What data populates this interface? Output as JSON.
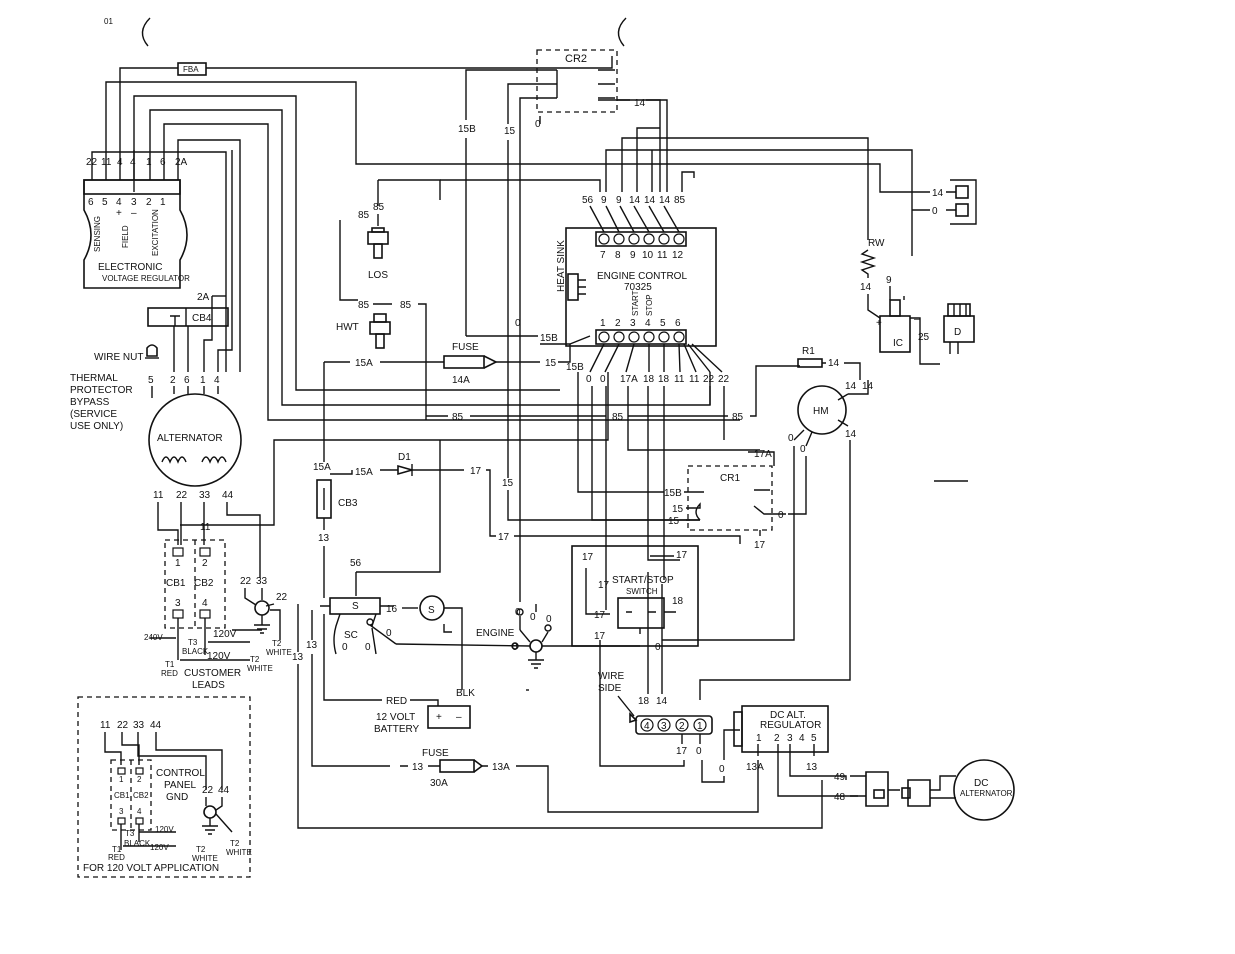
{
  "components": {
    "cr2": "CR2",
    "cr1": "CR1",
    "engine_control": {
      "title": "ENGINE CONTROL",
      "part": "70325",
      "heat_sink": "HEAT SINK",
      "top_terminals": [
        "7",
        "8",
        "9",
        "10",
        "11",
        "12"
      ],
      "bottom_terminals": [
        "1",
        "2",
        "3",
        "4",
        "5",
        "6"
      ],
      "start": "START",
      "stop": "STOP"
    },
    "evr": {
      "title": "ELECTRONIC",
      "subtitle": "VOLTAGE REGULATOR",
      "sensing": "SENSING",
      "field": "FIELD",
      "excitation": "EXCITATION",
      "terminals": [
        "6",
        "5",
        "4",
        "3",
        "2",
        "1"
      ],
      "plus": "+",
      "minus": "–"
    },
    "cb4": "CB4",
    "cb3": "CB3",
    "alternator": "ALTERNATOR",
    "wire_nut": "WIRE NUT",
    "thermal_protector": [
      "THERMAL",
      "PROTECTOR",
      "BYPASS",
      "(SERVICE",
      "USE ONLY)"
    ],
    "los": "LOS",
    "hwt": "HWT",
    "fuse_14": {
      "label": "FUSE",
      "rating": "14A"
    },
    "fuse_30": {
      "label": "FUSE",
      "rating": "30A"
    },
    "fba": "FBA",
    "d1": "D1",
    "rw": "RW",
    "r1": "R1",
    "hm": "HM",
    "ic": "IC",
    "d": "D",
    "s": "S",
    "sc": {
      "label": "SC",
      "s": "S"
    },
    "engine": "ENGINE",
    "battery": {
      "red": "RED",
      "blk": "BLK",
      "line1": "12 VOLT",
      "line2": "BATTERY",
      "plus": "+",
      "minus": "–"
    },
    "start_stop_switch": {
      "line1": "START/STOP",
      "line2": "SWITCH"
    },
    "wire_side": [
      "WIRE",
      "SIDE"
    ],
    "plug_terminals": [
      "4",
      "3",
      "2",
      "1"
    ],
    "dc_alt_regulator": {
      "line1": "DC ALT.",
      "line2": "REGULATOR",
      "terminals": [
        "1",
        "2",
        "3",
        "4",
        "5"
      ]
    },
    "dc_alternator": {
      "line1": "DC",
      "line2": "ALTERNATOR"
    },
    "cb1": "CB1",
    "cb2": "CB2",
    "customer_leads": [
      "CUSTOMER",
      "LEADS"
    ],
    "control_panel_gnd": [
      "CONTROL",
      "PANEL",
      "GND"
    ],
    "inset_caption": "FOR 120 VOLT APPLICATION"
  },
  "wire_labels": {
    "evr_top": [
      "22",
      "11",
      "4",
      "4",
      "1",
      "6",
      "2A"
    ],
    "cb4_2a": "2A",
    "alt_top": [
      "5",
      "2",
      "6",
      "1",
      "4"
    ],
    "alt_bottom": [
      "11",
      "22",
      "33",
      "44"
    ],
    "ec_top_wires": [
      "56",
      "9",
      "9",
      "14",
      "14",
      "14",
      "85"
    ],
    "ec_bottom_wires": [
      "15B",
      "0",
      "0",
      "17A",
      "18",
      "18",
      "11",
      "11",
      "22",
      "22"
    ],
    "w_15b": "15B",
    "w_15": "15",
    "w_0": "0",
    "w_14": "14",
    "w_85": "85",
    "w_15a": "15A",
    "w_17": "17",
    "w_17a": "17A",
    "w_16": "16",
    "w_13": "13",
    "w_13a": "13A",
    "w_56": "56",
    "w_22": "22",
    "w_33": "33",
    "w_44": "44",
    "w_11": "11",
    "w_9": "9",
    "w_25": "25",
    "w_49": "49",
    "w_48": "48",
    "w_18": "18",
    "cb1_t": [
      "1",
      "3"
    ],
    "cb2_t": [
      "2",
      "4"
    ],
    "v240": "240V",
    "v120": "120V",
    "t1": "T1",
    "t2": "T2",
    "t3": "T3",
    "red": "RED",
    "black": "BLACK",
    "white": "WHITE",
    "inset_top": [
      "11",
      "22",
      "33",
      "44"
    ],
    "inset_22": "22",
    "inset_44": "44",
    "mark": "01"
  }
}
